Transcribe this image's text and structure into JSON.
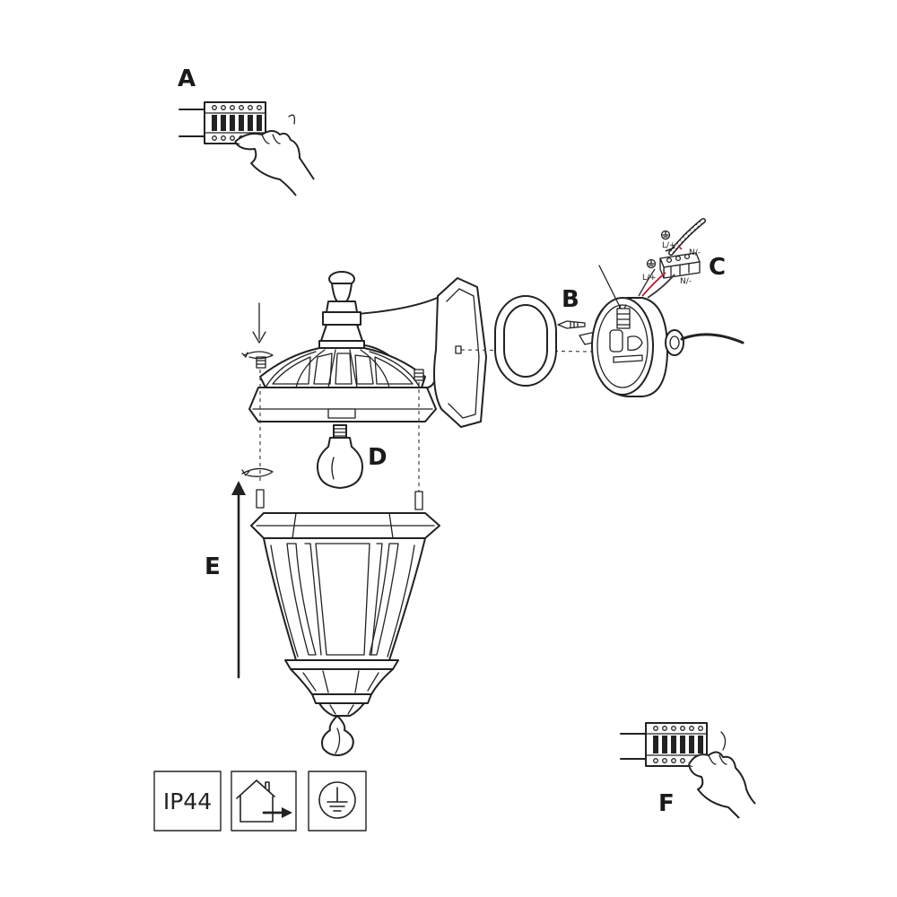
{
  "steps": {
    "a": "A",
    "b": "B",
    "c": "C",
    "d": "D",
    "e": "E",
    "f": "F"
  },
  "wiring_labels": {
    "live_top": "L/+",
    "neutral_top": "N/-",
    "live_bottom": "L/+",
    "neutral_bottom": "N/-"
  },
  "symbols": {
    "ip_rating": "IP44",
    "outdoor_icon": "house-outdoor-icon",
    "earth_icon": "earth-ground-icon"
  },
  "colors": {
    "line": "#222222",
    "wire_red": "#b0243a",
    "wire_dark": "#3a3a3a"
  }
}
